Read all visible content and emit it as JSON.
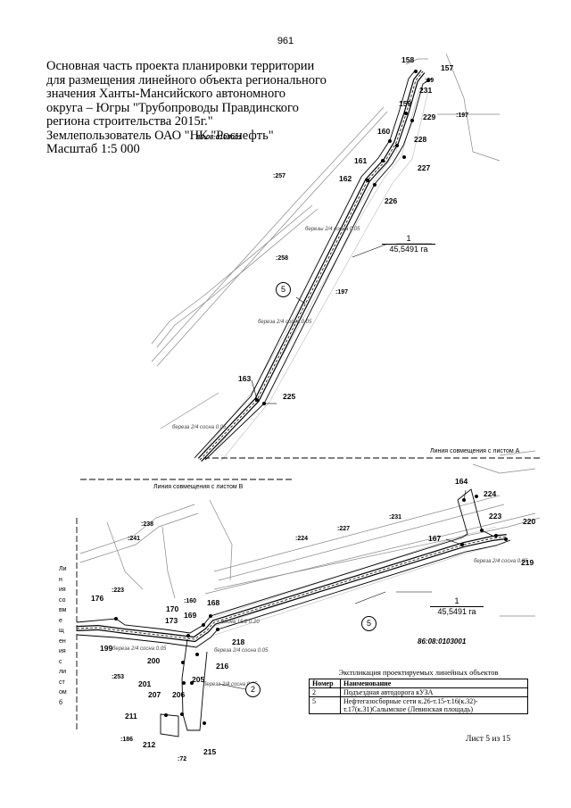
{
  "page_number": "961",
  "title_lines": [
    "Основная часть проекта планировки территории",
    "для размещения линейного объекта регионального",
    "значения Ханты-Мансийского автономного",
    "округа – Югры \"Трубопроводы Правдинского",
    "региона строительства 2015г.\"",
    "Землепользователь ОАО \"НК \"Роснефть\"",
    "Масштаб 1:5 000"
  ],
  "point_labels": {
    "p158": "158",
    "p157": "157",
    "p231": "231",
    "p159": "159",
    "p229": "229",
    "p160": "160",
    "p228": "228",
    "p161": "161",
    "p227": "227",
    "p162": "162",
    "p226": "226",
    "p163": "163",
    "p225": "225",
    "p164": "164",
    "p224": "224",
    "p223": "223",
    "p220": "220",
    "p167": "167",
    "p219": "219",
    "p176": "176",
    "p170": "170",
    "p173": "173",
    "p169": "169",
    "p168": "168",
    "p218": "218",
    "p199": "199",
    "p200": "200",
    "p216": "216",
    "p205": "205",
    "p201": "201",
    "p207": "207",
    "p206": "206",
    "p211": "211",
    "p212": "212",
    "p215": "215"
  },
  "cadastral_labels": {
    "c69": ":69",
    "c197a": ":197",
    "c257": ":257",
    "c258": ":258",
    "c197b": ":197",
    "c238": ":238",
    "c241": ":241",
    "c231": ":231",
    "c227": ":227",
    "c224": ":224",
    "c223": ":223",
    "c160": ":160",
    "c253": ":253",
    "c186": ":186",
    "c72": ":72"
  },
  "tree_notes": {
    "t1": "березы 2/4  сосна 0.05",
    "t2": "береза 2/4  сосна 0.05",
    "t3": "береза 2/4  сосна 0.05",
    "t4": "береза 2/4  сосна 0.05",
    "t5": "береза 2/4  сосна 0.05",
    "t6": "береза 2/4  сосна 0.05",
    "t7": "береза 2/4  сосна 0.05",
    "t8": "сосна 15/2  0.20",
    "t9": "береза 2/4  сосна 0.05"
  },
  "area_upper": {
    "number": "1",
    "value": "45,5491 га"
  },
  "area_lower": {
    "number": "1",
    "value": "45,5491 га"
  },
  "route_markers": {
    "upper": "5",
    "lower": "5",
    "road": "2"
  },
  "overlay_cadastral": "86:08:0103001",
  "cadastral_block": "86:08:0103001",
  "match_line_a": "Линия совмещения с листом  А",
  "match_line_b": "Линия совмещения с листом B",
  "vertical_match_letters": [
    "Ли",
    "н",
    "ия",
    "со",
    "вм",
    "е",
    "щ",
    "ен",
    "ия",
    "с",
    "ли",
    "ст",
    "ом",
    "б"
  ],
  "legend": {
    "caption": "Экспликация проектируемых линейных объектов",
    "headers": [
      "Номер",
      "Наименование"
    ],
    "rows": [
      {
        "num": "2",
        "name": "Подъездная автодорога кУЗА"
      },
      {
        "num": "5",
        "name": "Нефтегазосборные сети к.26-т.15-т.16(к.32)-т.17(к.31)Салымское (Левинская площадь)"
      }
    ]
  },
  "sheet_label": "Лист 5 из 15"
}
